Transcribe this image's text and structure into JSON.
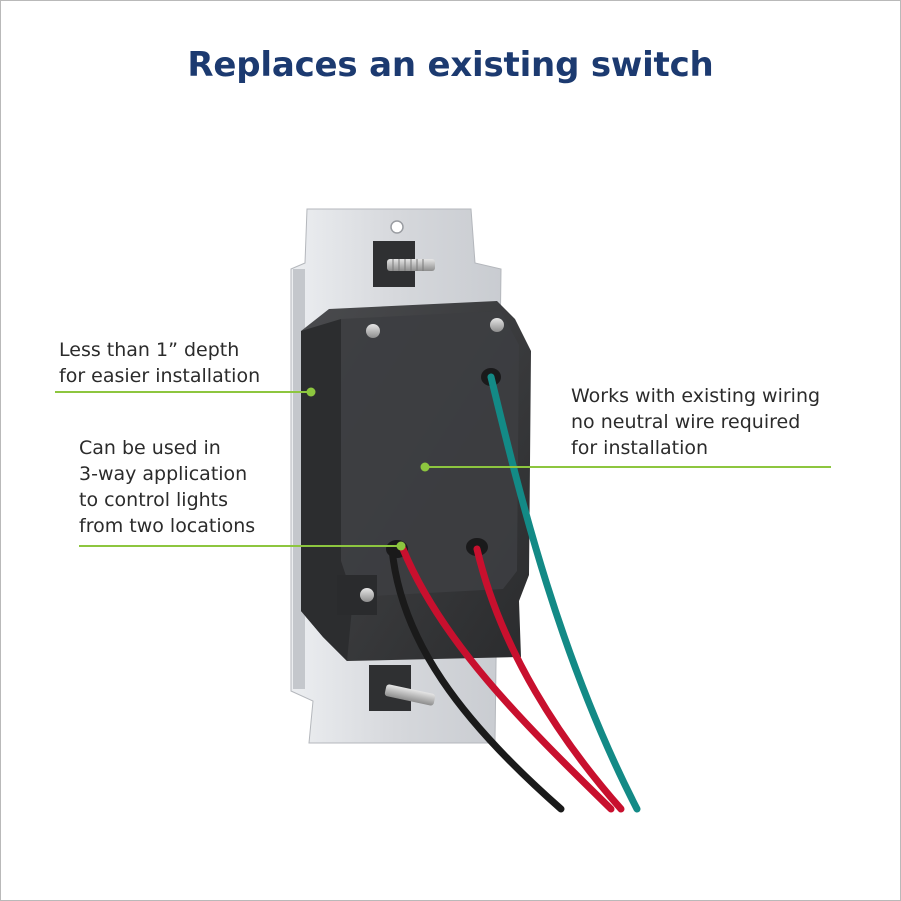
{
  "title": "Replaces an existing switch",
  "callouts": {
    "depth": [
      "Less than 1” depth",
      "for easier installation"
    ],
    "three_way": [
      "Can be used in",
      "3-way application",
      "to control lights",
      "from two locations"
    ],
    "wiring": [
      "Works with existing wiring",
      "no neutral wire required",
      "for installation"
    ]
  },
  "colors": {
    "title": "#1c3a70",
    "callout_line": "#8dc63f",
    "body": "#3a3b3d",
    "strap": "#dcdde0",
    "wire_red": "#c8102e",
    "wire_black": "#1a1a1a",
    "wire_teal": "#138a86"
  }
}
